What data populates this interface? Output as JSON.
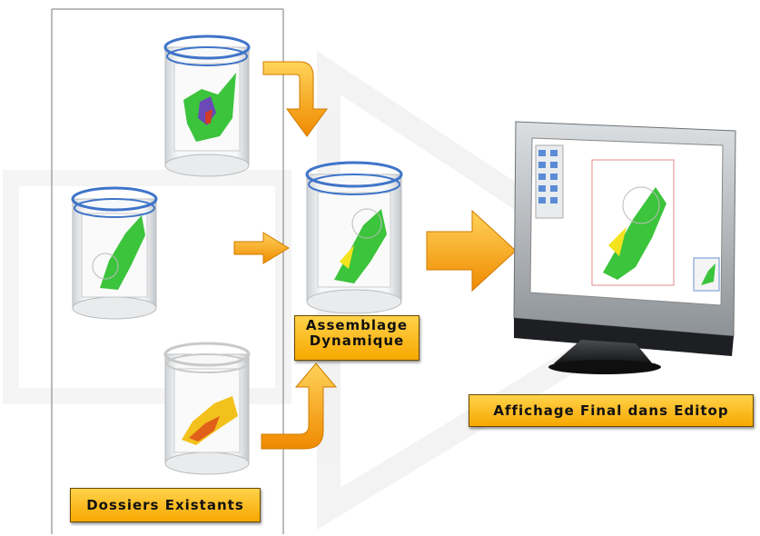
{
  "labels": {
    "existing": "Dossiers Existants",
    "assembly_line1": "Assemblage",
    "assembly_line2": "Dynamique",
    "final": "Affichage Final dans Editop"
  },
  "colors": {
    "arrow_orange": "#f5a31c",
    "label_fill": "#fbbf2a",
    "map_green": "#3cc43c",
    "map_yellow": "#f3c11c",
    "cylinder_blue": "#3f74c9"
  },
  "icons": [
    "database-cylinder-icon",
    "monitor-icon",
    "arrow-icon",
    "play-triangle-watermark-icon"
  ]
}
